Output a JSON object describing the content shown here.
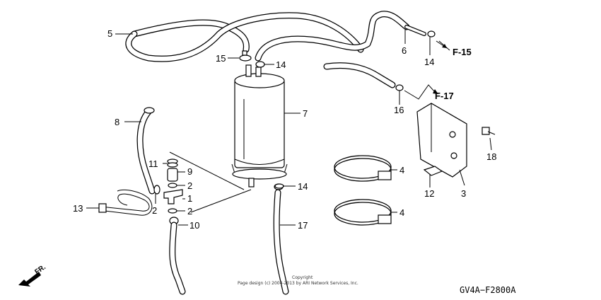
{
  "callouts": {
    "c1": "1",
    "c2a": "2",
    "c2b": "2",
    "c2c": "2",
    "c3": "3",
    "c4a": "4",
    "c4b": "4",
    "c5": "5",
    "c6": "6",
    "c7": "7",
    "c8": "8",
    "c9": "9",
    "c10": "10",
    "c11": "11",
    "c12": "12",
    "c13": "13",
    "c14a": "14",
    "c14b": "14",
    "c14c": "14",
    "c15": "15",
    "c16": "16",
    "c17": "17",
    "c18": "18"
  },
  "references": {
    "f15": "F-15",
    "f17": "F-17"
  },
  "direction_label": "FR.",
  "diagram_code": "GV4A−F2800A",
  "copyright": {
    "line1": "Copyright",
    "line2": "Page design (c) 2004-2013 by ARI Network Services, Inc."
  }
}
